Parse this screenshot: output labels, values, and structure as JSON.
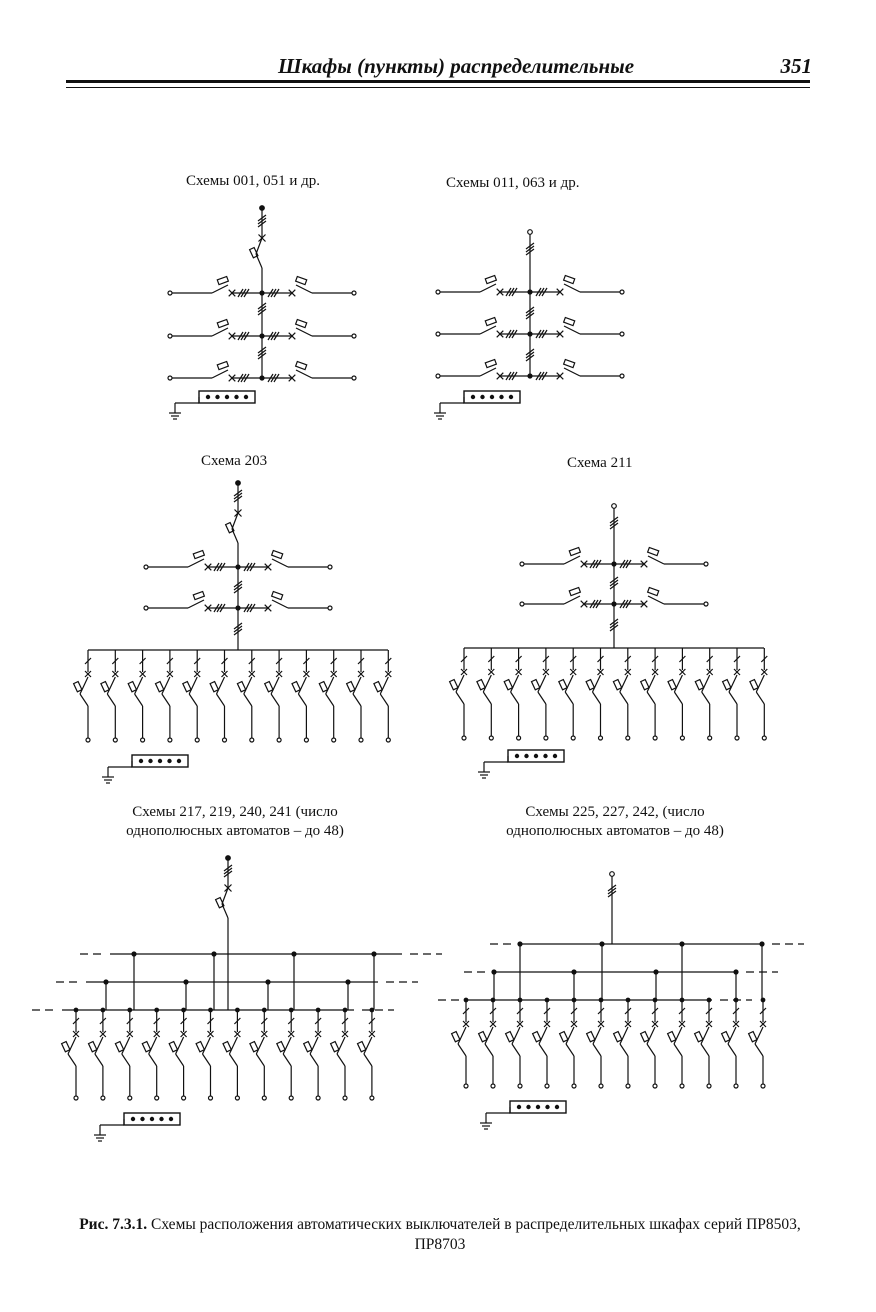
{
  "header": {
    "title": "Шкафы (пункты) распределительные",
    "page_number": "351"
  },
  "schemes": [
    {
      "label": "Схемы 001, 051 и др."
    },
    {
      "label": "Схемы  011, 063 и др."
    },
    {
      "label": "Схема 203"
    },
    {
      "label": "Схема 211"
    },
    {
      "label": "Схемы 217, 219, 240, 241 (число однополюсных автоматов – до 48)"
    },
    {
      "label": "Схемы 225, 227, 242, (число однополюсных автоматов – до 48)"
    }
  ],
  "caption": {
    "label": "Рис. 7.3.1.",
    "text": "Схемы расположения автоматических выключателей в распределительных шкафах серий ПР8503, ПР8703"
  }
}
